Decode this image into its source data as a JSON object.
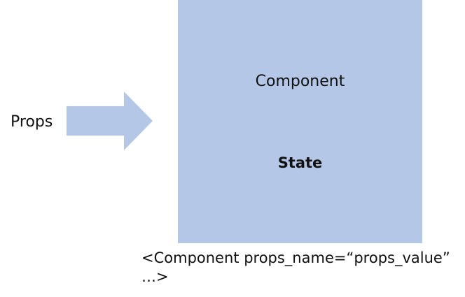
{
  "props_label": "Props",
  "component": {
    "title": "Component",
    "state_label": "State"
  },
  "code": {
    "line1": "<Component props_name=“props_value”",
    "line2": "…>"
  },
  "colors": {
    "box_fill": "#b4c7e7",
    "arrow_fill": "#b4c7e7",
    "text": "#111111"
  },
  "icons": {
    "arrow": "right-arrow-icon"
  }
}
